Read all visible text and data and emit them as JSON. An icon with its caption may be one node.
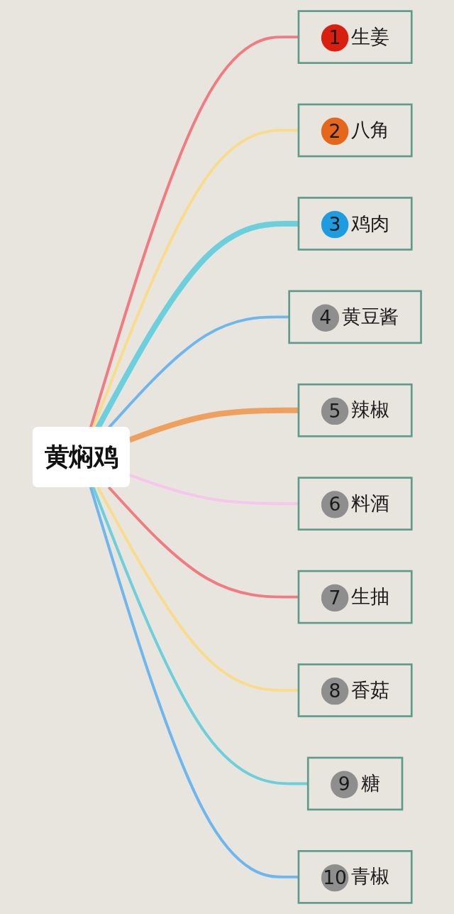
{
  "diagram": {
    "nodes": [
      {
        "text": [
          "黄焖鸡"
        ]
      },
      {
        "text": [
          "1",
          "生姜"
        ]
      },
      {
        "text": [
          "2",
          "八角"
        ]
      },
      {
        "text": [
          "3",
          "鸡肉"
        ]
      },
      {
        "text": [
          "4",
          "黄豆酱"
        ]
      },
      {
        "text": [
          "5",
          "辣椒"
        ]
      },
      {
        "text": [
          "6",
          "料酒"
        ]
      },
      {
        "text": [
          "7",
          "生抽"
        ]
      },
      {
        "text": [
          "8",
          "香菇"
        ]
      },
      {
        "text": [
          "9",
          "糖"
        ]
      },
      {
        "text": [
          "10",
          "青椒"
        ]
      }
    ],
    "edges": [
      {
        "from": 0,
        "to": 1,
        "arrow": "none",
        "color": "#f07b80"
      },
      {
        "from": 0,
        "to": 2,
        "arrow": "none",
        "color": "#f9dc8b"
      },
      {
        "from": 0,
        "to": 3,
        "arrow": "none",
        "style": "thick",
        "color": "#6ccfdc"
      },
      {
        "from": 0,
        "to": 4,
        "arrow": "none",
        "color": "#6db6ee"
      },
      {
        "from": 0,
        "to": 5,
        "arrow": "none",
        "style": "thick",
        "color": "#eea15e"
      },
      {
        "from": 0,
        "to": 6,
        "arrow": "none",
        "color": "#f6c6ec"
      },
      {
        "from": 0,
        "to": 7,
        "arrow": "none",
        "color": "#f07b80"
      },
      {
        "from": 0,
        "to": 8,
        "arrow": "none",
        "color": "#f9dc8b"
      },
      {
        "from": 0,
        "to": 9,
        "arrow": "none",
        "color": "#6ccfdc"
      },
      {
        "from": 0,
        "to": 10,
        "arrow": "none",
        "color": "#6db6ee"
      }
    ]
  }
}
